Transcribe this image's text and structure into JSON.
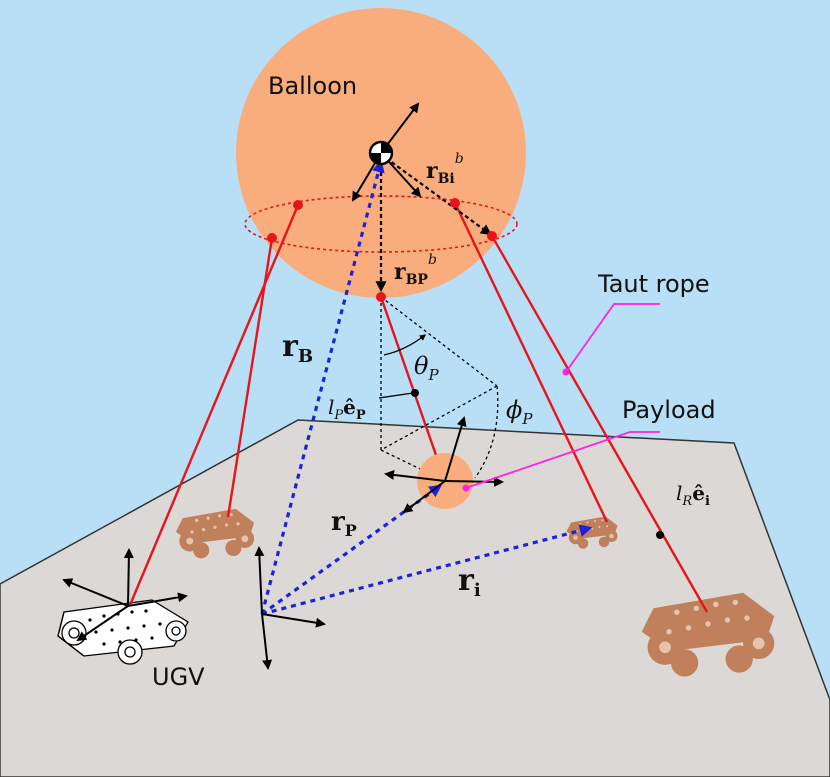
{
  "labels": {
    "balloon": "Balloon",
    "ugv": "UGV",
    "taut_rope": "Taut rope",
    "payload": "Payload",
    "r_b": "r",
    "r_b_sub": "B",
    "r_p": "r",
    "r_p_sub": "P",
    "r_i": "r",
    "r_i_sub": "i",
    "r_bi": "r",
    "r_bi_sub": "Bi",
    "r_bi_sup": "b",
    "r_bp": "r",
    "r_bp_sub": "BP",
    "r_bp_sup": "b",
    "theta_p": "θ",
    "theta_p_sub": "P",
    "phi_p": "ϕ",
    "phi_p_sub": "P",
    "lp_ep_l": "l",
    "lp_ep_l_sub": "P",
    "lp_ep_e": "ê",
    "lp_ep_e_sub": "P",
    "lr_ei_l": "l",
    "lr_ei_l_sub": "R",
    "lr_ei_e": "ê",
    "lr_ei_e_sub": "i"
  },
  "colors": {
    "sky": "#b9dff7",
    "ground": "#dcd8d5",
    "balloon": "#f9ad7c",
    "rope": "#e8141b",
    "vector_blue": "#1d22d6",
    "leader_magenta": "#ff22e0",
    "ugv_ghost": "#c0805c"
  }
}
